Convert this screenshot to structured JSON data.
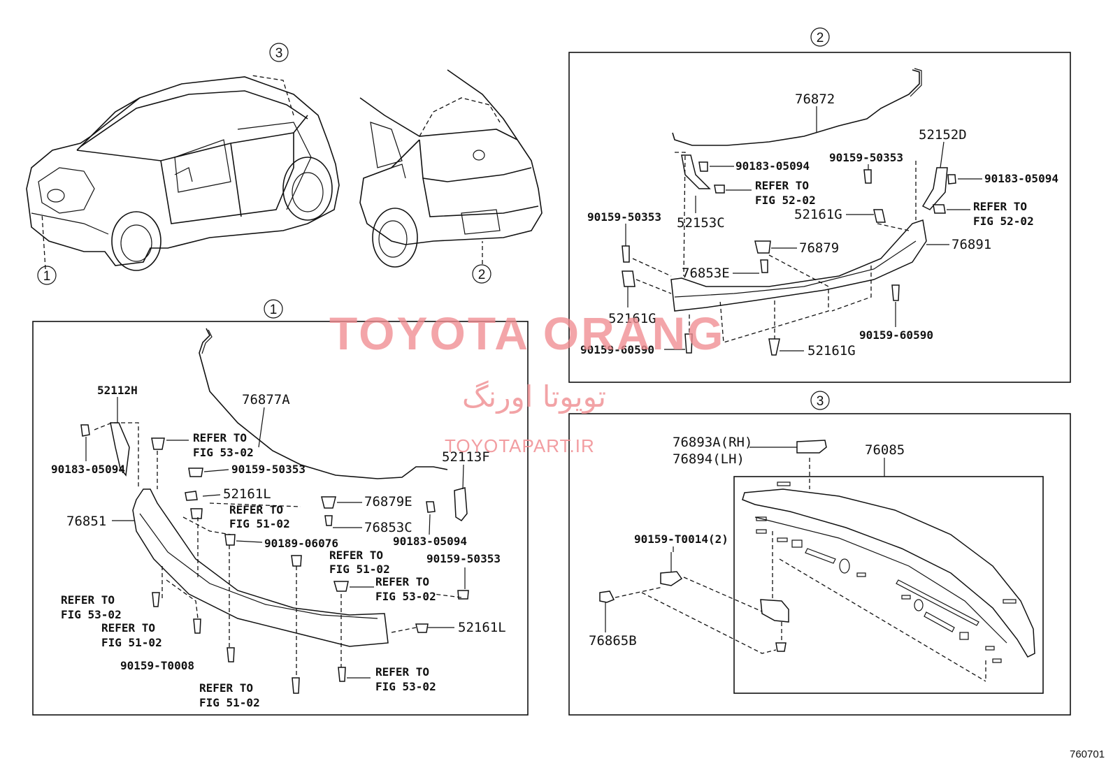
{
  "callouts": {
    "c1": "1",
    "c2": "2",
    "c3": "3"
  },
  "panel1": {
    "p52112H": "52112H",
    "p90183a": "90183-05094",
    "refer53a1": "REFER TO",
    "refer53a2": "FIG 53-02",
    "p90159a": "90159-50353",
    "p76877A": "76877A",
    "p52113F": "52113F",
    "p52161La": "52161L",
    "p76851": "76851",
    "refer51a1": "REFER TO",
    "refer51a2": "FIG 51-02",
    "p76879E": "76879E",
    "p76853C": "76853C",
    "p90183b": "90183-05094",
    "p90189": "90189-06076",
    "refer51b1": "REFER TO",
    "refer51b2": "FIG 51-02",
    "p90159b": "90159-50353",
    "refer53b1": "REFER TO",
    "refer53b2": "FIG 53-02",
    "refer53c1": "REFER TO",
    "refer53c2": "FIG 53-02",
    "refer51c1": "REFER TO",
    "refer51c2": "FIG 51-02",
    "p52161Lb": "52161L",
    "p90159T": "90159-T0008",
    "refer51d1": "REFER TO",
    "refer51d2": "FIG 51-02",
    "refer53d1": "REFER TO",
    "refer53d2": "FIG 53-02"
  },
  "panel2": {
    "p76872": "76872",
    "p52152D": "52152D",
    "p90183a": "90183-05094",
    "refer52a1": "REFER TO",
    "refer52a2": "FIG 52-02",
    "p90159a": "90159-50353",
    "p90183b": "90183-05094",
    "refer52b1": "REFER TO",
    "refer52b2": "FIG 52-02",
    "p90159b": "90159-50353",
    "p52153C": "52153C",
    "p52161Ga": "52161G",
    "p76891": "76891",
    "p76879": "76879",
    "p76853E": "76853E",
    "p52161Gb": "52161G",
    "p90159c": "90159-60590",
    "p90159d": "90159-60590",
    "p52161Gc": "52161G"
  },
  "panel3": {
    "p76893A": "76893A(RH)",
    "p76894": "76894(LH)",
    "p76085": "76085",
    "p90159T": "90159-T0014(2)",
    "p76865B": "76865B"
  },
  "watermark": {
    "brand": "TOYOTA ORANG",
    "persian": "تویوتا اورنگ",
    "url": "TOYOTAPART.IR"
  },
  "figure_id": "760701"
}
